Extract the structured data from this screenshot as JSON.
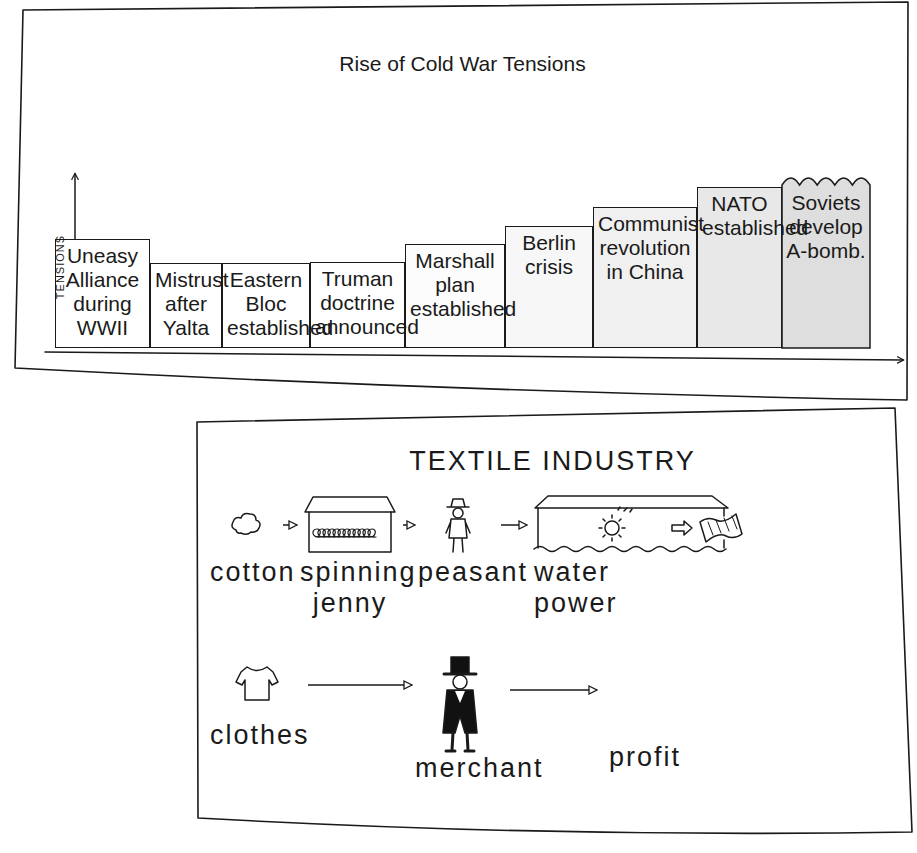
{
  "diagram": {
    "nodes": [
      {
        "text": [
          "Rise of Cold War Tensions"
        ]
      },
      {
        "text": [
          "Uneasy Alliance during WWII"
        ],
        "in": 0
      },
      {
        "text": [
          "Mistrust after Yalta"
        ],
        "in": 0
      },
      {
        "text": [
          "Eastern Bloc established"
        ],
        "in": 0
      },
      {
        "text": [
          "Truman doctrine announced"
        ],
        "in": 0
      },
      {
        "text": [
          "Marshall plan established"
        ],
        "in": 0
      },
      {
        "text": [
          "Berlin crisis"
        ],
        "in": 0
      },
      {
        "text": [
          "Communist revolution in China"
        ],
        "in": 0
      },
      {
        "text": [
          "NATO established"
        ],
        "in": 0
      },
      {
        "text": [
          "Soviets develop A-bomb."
        ],
        "in": 0
      },
      {
        "text": [
          "TEXTILE INDUSTRY"
        ]
      },
      {
        "text": [
          "cotton"
        ],
        "in": 10
      },
      {
        "text": [
          "spinning jenny"
        ],
        "in": 10
      },
      {
        "text": [
          "peasant"
        ],
        "in": 10
      },
      {
        "text": [
          "water power"
        ],
        "in": 10
      },
      {
        "text": [
          "clothes"
        ],
        "in": 10
      },
      {
        "text": [
          "merchant"
        ],
        "in": 10
      },
      {
        "text": [
          "profit"
        ],
        "in": 10
      }
    ],
    "edges": [
      {
        "from": 11,
        "to": 12,
        "arrow": "to"
      },
      {
        "from": 12,
        "to": 13,
        "arrow": "to"
      },
      {
        "from": 13,
        "to": 14,
        "arrow": "to"
      },
      {
        "from": 15,
        "to": 16,
        "arrow": "to"
      },
      {
        "from": 16,
        "to": 17,
        "arrow": "to"
      }
    ],
    "labels": [
      "TENSIONS"
    ]
  }
}
